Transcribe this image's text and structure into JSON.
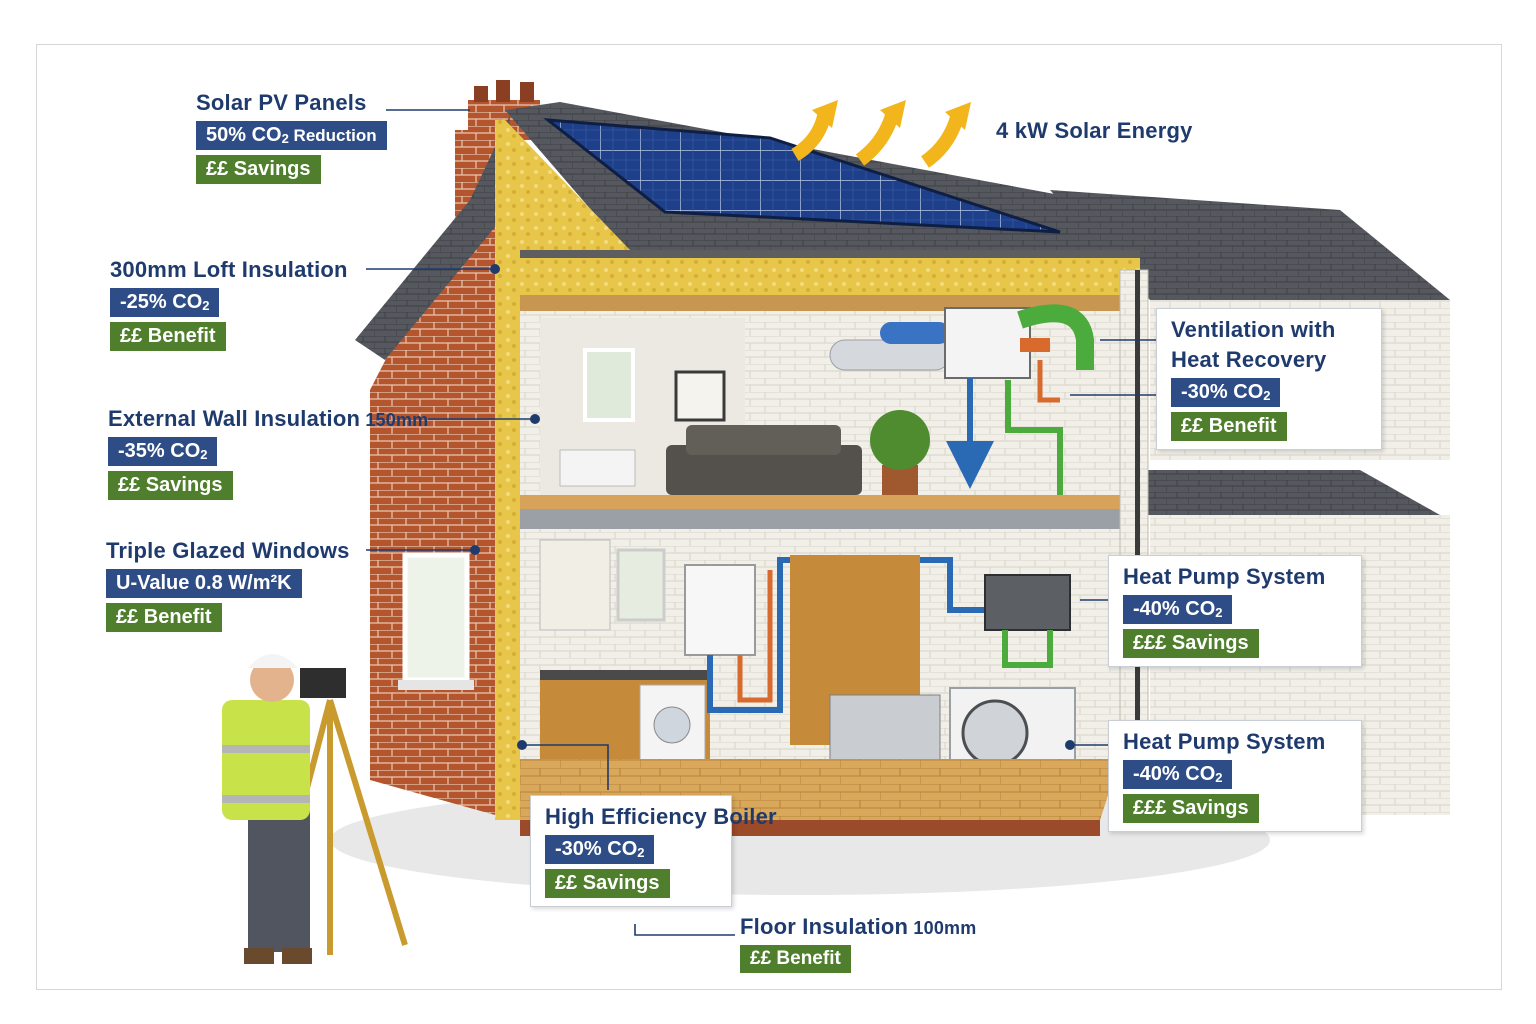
{
  "labels": {
    "solar_pv": {
      "title": "Solar PV Panels",
      "reduction": "50% CO",
      "reduction_sub": "2",
      "reduction_suffix": " Reduction",
      "benefit": "££  Savings"
    },
    "solar_energy": {
      "title": "4 kW  Solar Energy"
    },
    "loft": {
      "title": "300mm Loft Insulation",
      "reduction": "-25% CO",
      "reduction_sub": "2",
      "benefit": "££  Benefit"
    },
    "wall": {
      "title": "External Wall Insulation",
      "title_suffix": " 150mm",
      "reduction": "-35% CO",
      "reduction_sub": "2",
      "benefit": "££  Savings"
    },
    "windows": {
      "title": "Triple Glazed Windows",
      "uvalue": "U-Value 0.8 W/m²K",
      "benefit": "££  Benefit"
    },
    "ventilation": {
      "title_line1": "Ventilation with",
      "title_line2": "Heat Recovery",
      "reduction": "-30% CO",
      "reduction_sub": "2",
      "benefit": "££  Benefit"
    },
    "heat_pump_1": {
      "title": "Heat Pump System",
      "reduction": "-40% CO",
      "reduction_sub": "2",
      "benefit": "£££  Savings"
    },
    "heat_pump_2": {
      "title": "Heat Pump System",
      "reduction": "-40% CO",
      "reduction_sub": "2",
      "benefit": "£££  Savings"
    },
    "boiler": {
      "title": "High Efficiency Boiler",
      "reduction": "-30% CO",
      "reduction_sub": "2",
      "benefit": "££  Savings"
    },
    "floor": {
      "title": "Floor Insulation",
      "title_suffix": " 100mm",
      "benefit": "££ Benefit"
    }
  },
  "colors": {
    "title": "#1f3b6e",
    "reduction_chip": "#2e4d86",
    "benefit_chip": "#4f7f2c",
    "solar_arrow": "#f2b51b",
    "brick": "#b5552e",
    "insulation": "#e8c64a"
  }
}
